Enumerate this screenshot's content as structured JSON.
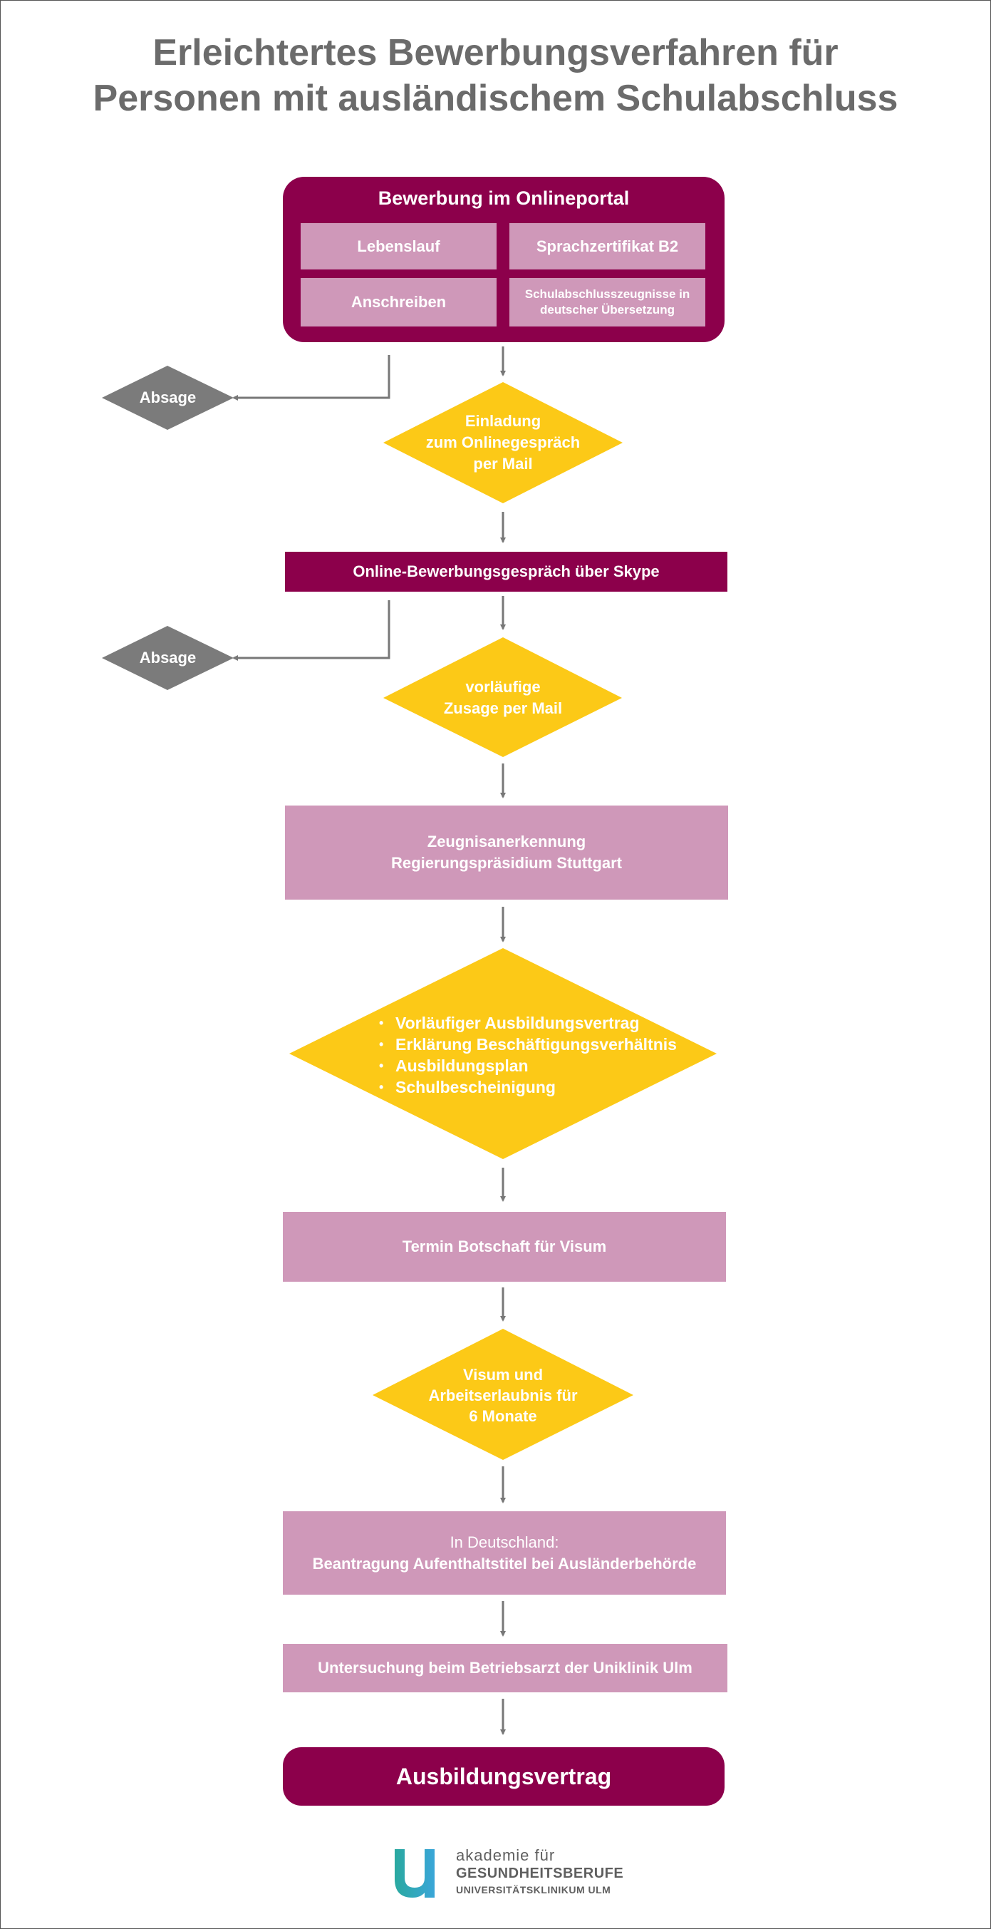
{
  "title": {
    "line1": "Erleichtertes Bewerbungsverfahren für",
    "line2": "Personen mit ausländischem Schulabschluss"
  },
  "portal": {
    "heading": "Bewerbung im Onlineportal",
    "items": [
      "Lebenslauf",
      "Sprachzertifikat B2",
      "Anschreiben",
      "Schulabschlusszeugnisse in deutscher Übersetzung"
    ]
  },
  "rejection": {
    "label": "Absage"
  },
  "steps": {
    "invitation": [
      "Einladung",
      "zum Onlinegespräch",
      "per Mail"
    ],
    "interview": "Online-Bewerbungsgespräch über Skype",
    "preliminary_acceptance": [
      "vorläufige",
      "Zusage per Mail"
    ],
    "recognition": [
      "Zeugnisanerkennung",
      "Regierungspräsidium Stuttgart"
    ],
    "documents": [
      "Vorläufiger Ausbildungsvertrag",
      "Erklärung Beschäftigungsverhältnis",
      "Ausbildungsplan",
      "Schulbescheinigung"
    ],
    "embassy": "Termin Botschaft für Visum",
    "visa": [
      "Visum und",
      "Arbeitserlaubnis für",
      "6 Monate"
    ],
    "residence": [
      "In Deutschland:",
      "Beantragung Aufenthaltstitel bei Ausländerbehörde"
    ],
    "medical": "Untersuchung beim Betriebsarzt der Uniklinik Ulm",
    "final": "Ausbildungsvertrag"
  },
  "logo": {
    "line1": "akademie für",
    "line2": "GESUNDHEITSBERUFE",
    "line3": "UNIVERSITÄTSKLINIKUM ULM"
  },
  "colors": {
    "dark_box": "#8c004b",
    "light_box": "#cf98b9",
    "decision": "#fcc917",
    "rejection": "#7b7b7b",
    "arrow": "#777777",
    "title": "#6b6b6b"
  }
}
